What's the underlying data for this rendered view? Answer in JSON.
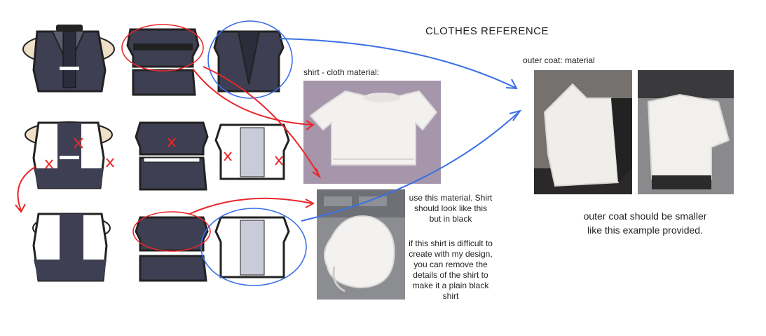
{
  "header": {
    "title": "CLOTHES REFERENCE"
  },
  "labels": {
    "shirt_material": "shirt - cloth material:",
    "outer_coat_material": "outer coat: material"
  },
  "notes": {
    "shirt_note_1": "use this material. Shirt should look like this but in black",
    "shirt_note_2": "if this shirt is difficult to create with my design, you can remove the details of the shirt to make it a plain black shirt",
    "coat_note": "outer coat should be smaller like this example provided."
  },
  "colors": {
    "annotation_red": "#e8272b",
    "annotation_blue": "#3a6fe6",
    "garment_dark": "#3e3f52",
    "garment_light": "#c9cbd8"
  }
}
